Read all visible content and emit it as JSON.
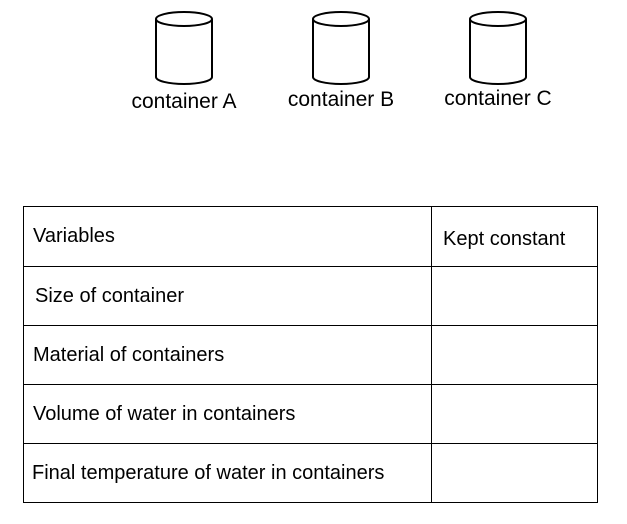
{
  "containers": [
    {
      "label": "container A"
    },
    {
      "label": "container B"
    },
    {
      "label": "container C"
    }
  ],
  "table": {
    "headers": {
      "variables": "Variables",
      "kept_constant": "Kept constant"
    },
    "rows": [
      {
        "variable": "Size of container",
        "kept_constant": ""
      },
      {
        "variable": "Material of containers",
        "kept_constant": ""
      },
      {
        "variable": "Volume of water in containers",
        "kept_constant": ""
      },
      {
        "variable": "Final temperature of water in containers",
        "kept_constant": ""
      }
    ]
  }
}
